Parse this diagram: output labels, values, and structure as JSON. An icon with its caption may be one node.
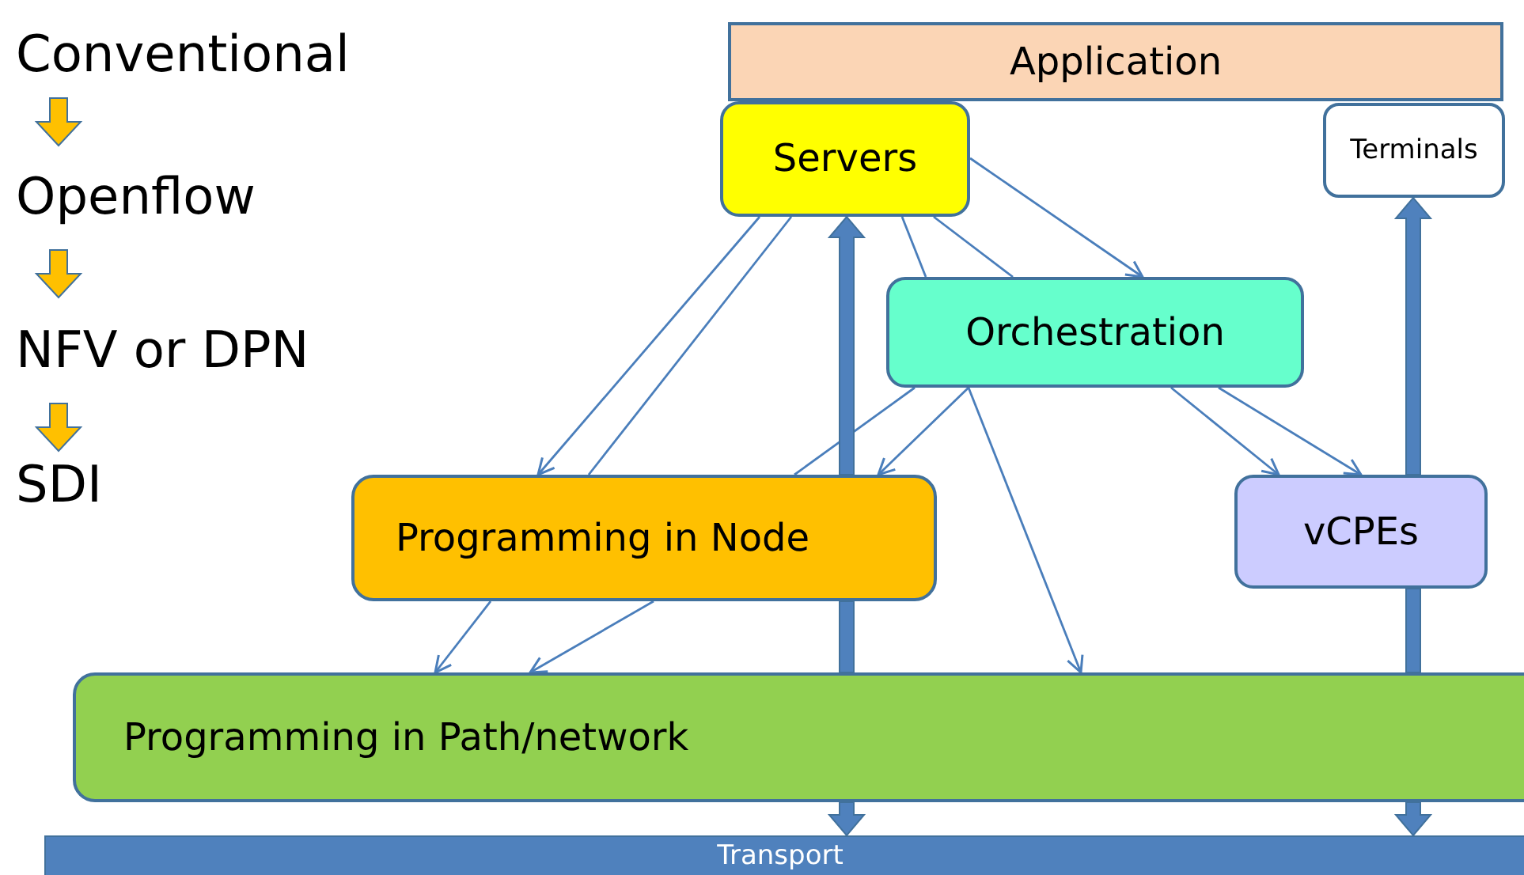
{
  "diagram": {
    "nodes": [
      {
        "text": [
          "Conventional"
        ]
      },
      {
        "text": [
          "Openflow"
        ]
      },
      {
        "text": [
          "NFV or DPN"
        ]
      },
      {
        "text": [
          "SDI"
        ]
      },
      {
        "text": [
          "Application"
        ]
      },
      {
        "text": [
          "Servers"
        ]
      },
      {
        "text": [
          "Terminals"
        ]
      },
      {
        "text": [
          "Orchestration"
        ]
      },
      {
        "text": [
          "Programming in Node"
        ]
      },
      {
        "text": [
          "vCPEs"
        ]
      },
      {
        "text": [
          "Programming in Path/network"
        ]
      },
      {
        "text": [
          "Transport"
        ]
      }
    ],
    "edges": [
      {
        "from": 5,
        "to": 8,
        "arrow": "to"
      },
      {
        "from": 5,
        "to": 8,
        "arrow": "none"
      },
      {
        "from": 8,
        "to": 10,
        "arrow": "to"
      },
      {
        "from": 5,
        "to": 7,
        "arrow": "to"
      },
      {
        "from": 5,
        "to": 7,
        "arrow": "none"
      },
      {
        "from": 7,
        "to": 10,
        "arrow": "to"
      },
      {
        "from": 5,
        "to": 7,
        "arrow": "none"
      },
      {
        "from": 7,
        "to": 9,
        "arrow": "to"
      },
      {
        "from": 7,
        "to": 8,
        "arrow": "to"
      },
      {
        "from": 7,
        "to": 8,
        "arrow": "none"
      },
      {
        "from": 8,
        "to": 10,
        "arrow": "to"
      },
      {
        "from": 7,
        "to": 9,
        "arrow": "to"
      },
      {
        "from": 8,
        "to": 5,
        "arrow": "to",
        "style": "thick"
      },
      {
        "from": 8,
        "to": 10,
        "arrow": "none",
        "style": "thick"
      },
      {
        "from": 10,
        "to": 11,
        "arrow": "to",
        "style": "thick"
      },
      {
        "from": 9,
        "to": 6,
        "arrow": "to",
        "style": "thick"
      },
      {
        "from": 9,
        "to": 10,
        "arrow": "none",
        "style": "thick"
      },
      {
        "from": 10,
        "to": 11,
        "arrow": "to",
        "style": "thick"
      },
      {
        "from": 0,
        "to": 1,
        "arrow": "to",
        "style": "thick",
        "color": "#ffc000"
      },
      {
        "from": 1,
        "to": 2,
        "arrow": "to",
        "style": "thick",
        "color": "#ffc000"
      },
      {
        "from": 2,
        "to": 3,
        "arrow": "to",
        "style": "thick",
        "color": "#ffc000"
      }
    ]
  }
}
